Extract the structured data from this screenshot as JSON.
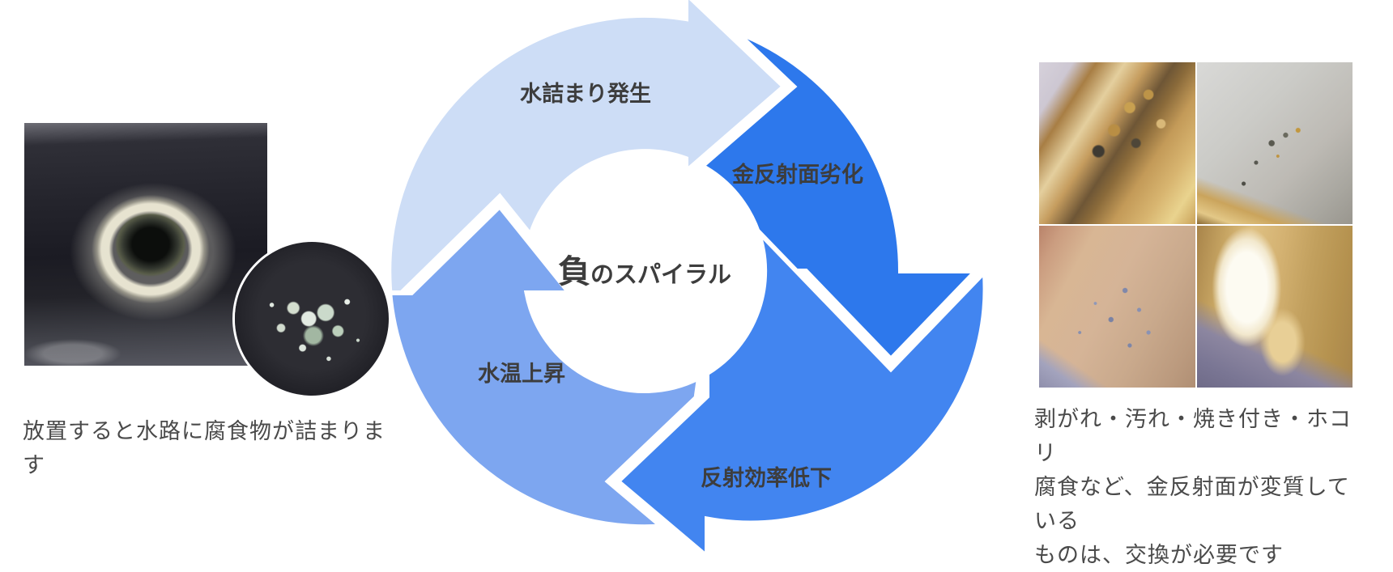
{
  "diagram": {
    "center_label": {
      "emphasis": "負",
      "rest": "のスパイラル"
    },
    "text_color": "#3d3d3d",
    "rotation": "clockwise",
    "stages": [
      {
        "label": "水詰まり発生",
        "color": "#cdddf6"
      },
      {
        "label": "金反射面劣化",
        "color": "#2d78ec"
      },
      {
        "label": "反射効率低下",
        "color": "#4285f0"
      },
      {
        "label": "水温上昇",
        "color": "#7da6f0"
      }
    ]
  },
  "left_panel": {
    "caption": "放置すると水路に腐食物が詰まります",
    "photos": [
      "clogged-water-channel-hole",
      "corrosion-debris-closeup"
    ]
  },
  "right_panel": {
    "caption": "剥がれ・汚れ・焼き付き・ホコリ\n腐食など、金反射面が変質している\nものは、交換が必要です",
    "photos": [
      "gold-surface-peeling",
      "gold-surface-dust",
      "gold-surface-corrosion-spots",
      "gold-surface-burn-in"
    ]
  }
}
